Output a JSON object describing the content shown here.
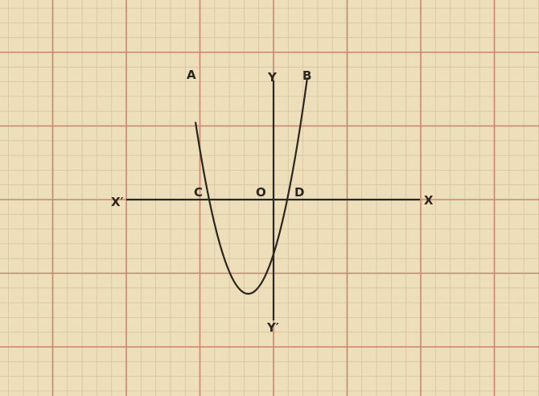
{
  "colors": {
    "paper": "#ecdfb9",
    "minor_grid": "#dcc2a3",
    "major_grid": "#c9866f",
    "ink": "#2b2620"
  },
  "labels": {
    "x_axis_right": "X",
    "x_axis_left": "X′",
    "y_axis_top": "Y",
    "y_axis_bottom": "Y′",
    "origin": "O",
    "point_a": "A",
    "point_b": "B",
    "point_c": "C",
    "point_d": "D"
  }
}
